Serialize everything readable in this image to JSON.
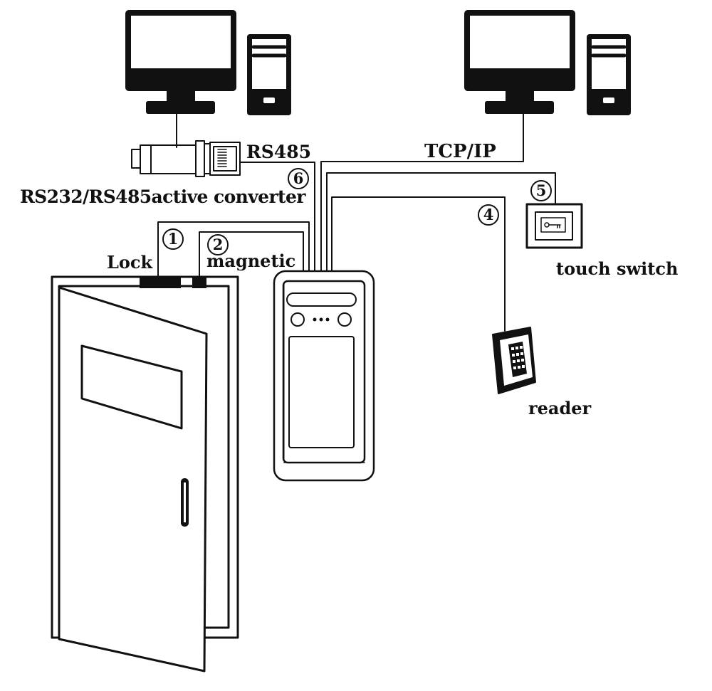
{
  "labels": {
    "rs485": "RS485",
    "tcpip": "TCP/IP",
    "converter": "RS232/RS485active converter",
    "lock": "Lock",
    "magnetic": "magnetic",
    "touch_switch": "touch switch",
    "reader": "reader"
  },
  "markers": {
    "m1": "1",
    "m2": "2",
    "m4": "4",
    "m5": "5",
    "m6": "6"
  },
  "icons": {
    "pc_left": "desktop-computer-icon",
    "pc_right": "desktop-computer-icon",
    "converter": "converter-device-icon",
    "terminal": "face-recognition-terminal-icon",
    "door": "door-icon",
    "touch_switch": "exit-button-icon",
    "reader": "card-reader-icon"
  },
  "colors": {
    "line": "#111111",
    "background": "#ffffff"
  }
}
